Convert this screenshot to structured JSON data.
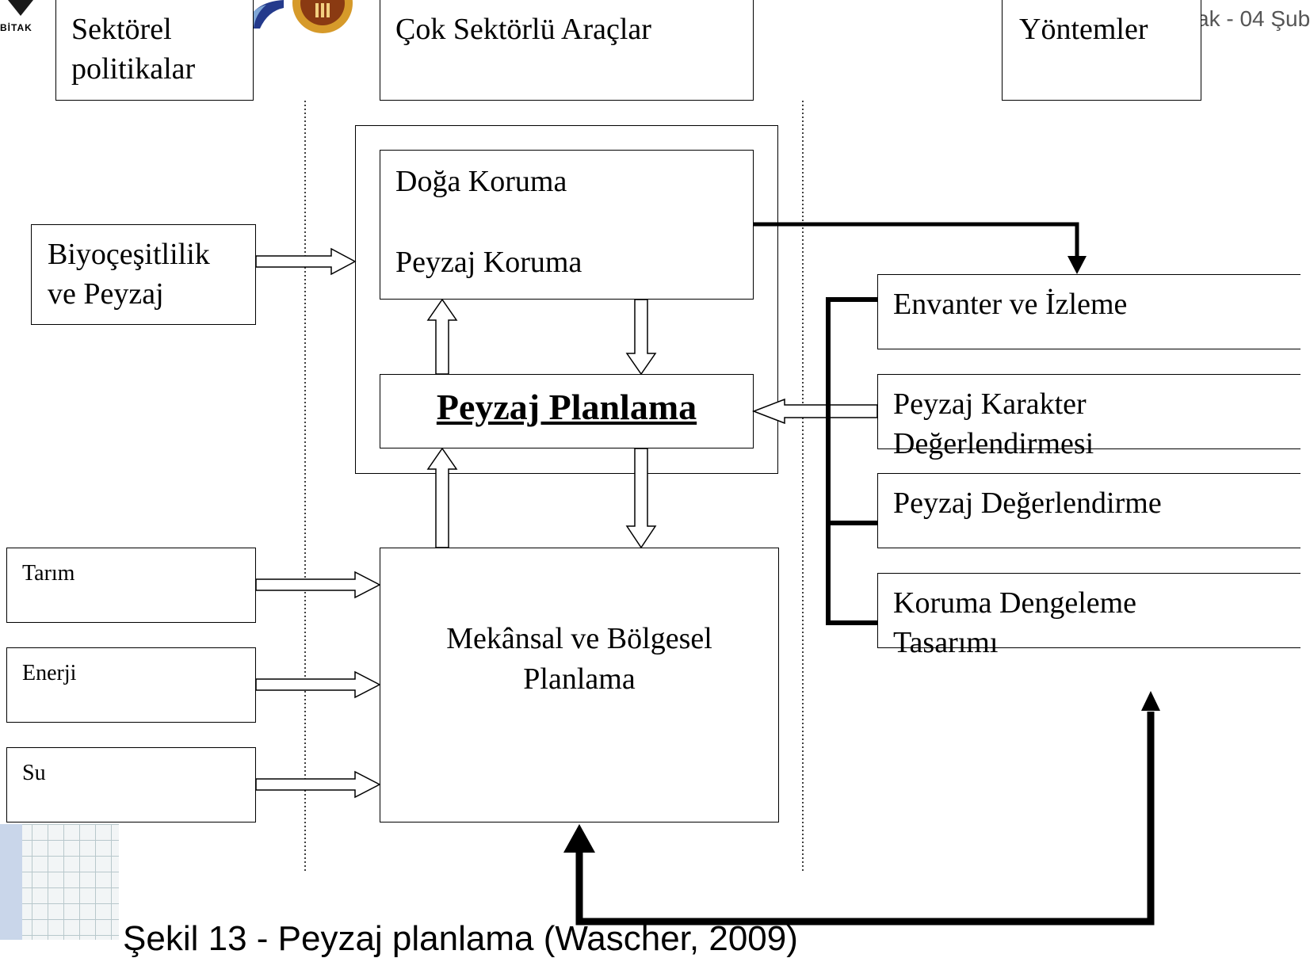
{
  "header": {
    "logo_text": "BİTAK",
    "right_text": "ak - 04 Şub"
  },
  "columns": {
    "sectoral": [
      "Sektörel",
      "politikalar"
    ],
    "multi": "Çok Sektörlü Araçlar",
    "methods": "Yöntemler"
  },
  "left": {
    "biodiversity": [
      "Biyoçeşitlilik",
      "ve Peyzaj"
    ],
    "agriculture": "Tarım",
    "energy": "Enerji",
    "water": "Su"
  },
  "center": {
    "nature_protection": "Doğa Koruma",
    "landscape_protection": "Peyzaj Koruma",
    "landscape_planning": "Peyzaj Planlama",
    "spatial_planning": [
      "Mekânsal ve Bölgesel",
      "Planlama"
    ]
  },
  "right": {
    "inventory": "Envanter ve İzleme",
    "character": [
      "Peyzaj Karakter",
      "Değerlendirmesi"
    ],
    "assessment": "Peyzaj Değerlendirme",
    "compensation": [
      "Koruma Dengeleme",
      "Tasarımı"
    ]
  },
  "caption": "Şekil 13 - Peyzaj planlama (Wascher, 2009)",
  "colors": {
    "line": "#000000",
    "background": "#ffffff",
    "grid": "#b8c8cc"
  }
}
